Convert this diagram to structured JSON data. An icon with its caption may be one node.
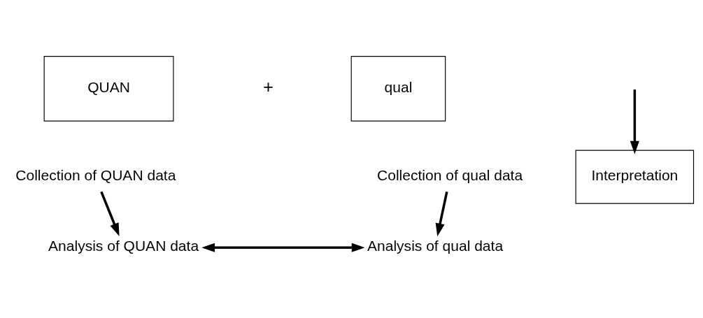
{
  "diagram": {
    "nodes": [
      {
        "text": [
          "QUAN"
        ]
      },
      {
        "text": [
          "qual"
        ]
      },
      {
        "text": [
          "Collection of QUAN data"
        ]
      },
      {
        "text": [
          "Analysis of QUAN data"
        ]
      },
      {
        "text": [
          "Collection of qual data"
        ]
      },
      {
        "text": [
          "Analysis of qual data"
        ]
      },
      {
        "text": [
          "Interpretation"
        ]
      }
    ],
    "edges": [
      {
        "from": 2,
        "to": 3,
        "arrow": "to"
      },
      {
        "from": 4,
        "to": 5,
        "arrow": "to"
      },
      {
        "from": 3,
        "to": 5,
        "arrow": "both"
      },
      {
        "from": null,
        "to": 6,
        "arrow": "to"
      }
    ],
    "labels": [
      "+"
    ]
  }
}
